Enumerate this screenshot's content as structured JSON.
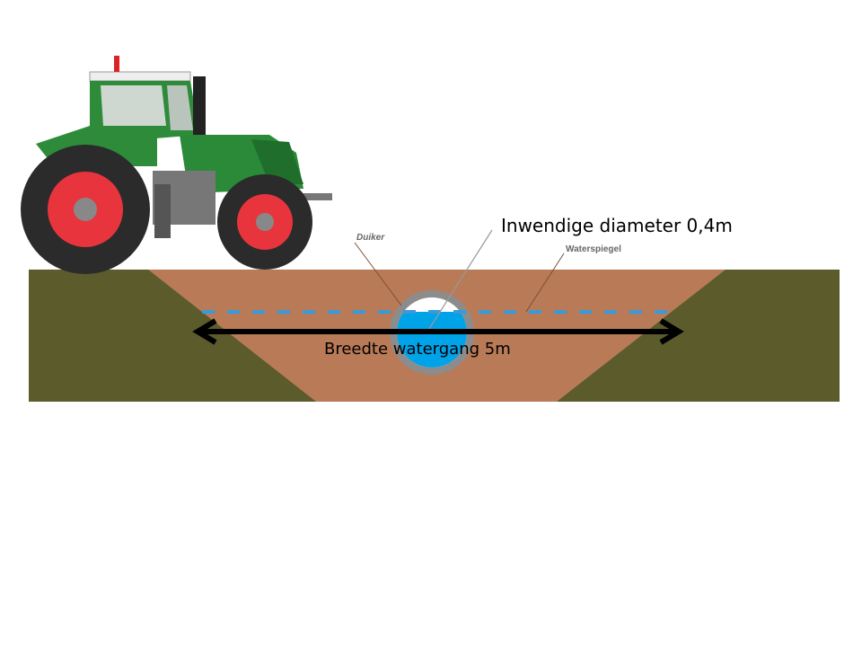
{
  "labels": {
    "diameter": "Inwendige diameter 0,4m",
    "width": "Breedte watergang 5m",
    "culvert": "Duiker",
    "water_level": "Waterspiegel"
  },
  "colors": {
    "grass": "#5b5b2c",
    "soil": "#b97a57",
    "water": "#00a2e8",
    "dashed_water_line": "#3a9ad9",
    "pipe": "#8c8c8c",
    "tractor_body": "#2e8b3a",
    "tractor_rims": "#e8343c"
  },
  "icons": [
    "tractor-image"
  ]
}
